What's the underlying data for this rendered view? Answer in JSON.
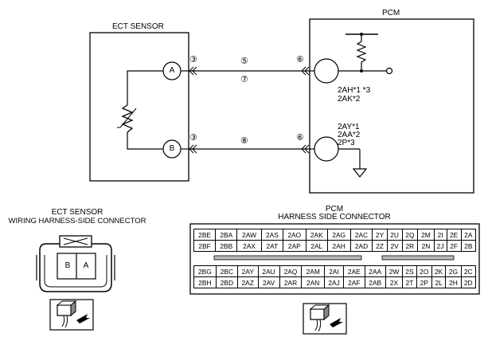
{
  "ect_sensor": {
    "title": "ECT SENSOR",
    "pin_a": "A",
    "pin_b": "B",
    "term_a": "③",
    "term_b": "③"
  },
  "pcm": {
    "title": "PCM",
    "term_upper": "⑥",
    "term_lower": "⑥",
    "upper_labels": [
      "2AH*1 *3",
      "2AK*2"
    ],
    "lower_labels": [
      "2AY*1",
      "2AA*2",
      "2P*3"
    ]
  },
  "wires": {
    "upper_a": "⑤",
    "upper_b": "⑦",
    "lower": "⑧"
  },
  "ect_connector": {
    "title_line1": "ECT SENSOR",
    "title_line2": "WIRING HARNESS-SIDE CONNECTOR",
    "cell_b": "B",
    "cell_a": "A"
  },
  "pcm_connector": {
    "title_line1": "PCM",
    "title_line2": "HARNESS SIDE CONNECTOR",
    "top_rows": [
      [
        "2BE",
        "2BA",
        "2AW",
        "2AS",
        "2AO",
        "2AK",
        "2AG",
        "2AC",
        "2Y",
        "2U",
        "2Q",
        "2M",
        "2I",
        "2E",
        "2A"
      ],
      [
        "2BF",
        "2BB",
        "2AX",
        "2AT",
        "2AP",
        "2AL",
        "2AH",
        "2AD",
        "2Z",
        "2V",
        "2R",
        "2N",
        "2J",
        "2F",
        "2B"
      ]
    ],
    "bottom_rows": [
      [
        "2BG",
        "2BC",
        "2AY",
        "2AU",
        "2AQ",
        "2AM",
        "2AI",
        "2AE",
        "2AA",
        "2W",
        "2S",
        "2O",
        "2K",
        "2G",
        "2C"
      ],
      [
        "2BH",
        "2BD",
        "2AZ",
        "2AV",
        "2AR",
        "2AN",
        "2AJ",
        "2AF",
        "2AB",
        "2X",
        "2T",
        "2P",
        "2L",
        "2H",
        "2D"
      ]
    ]
  }
}
